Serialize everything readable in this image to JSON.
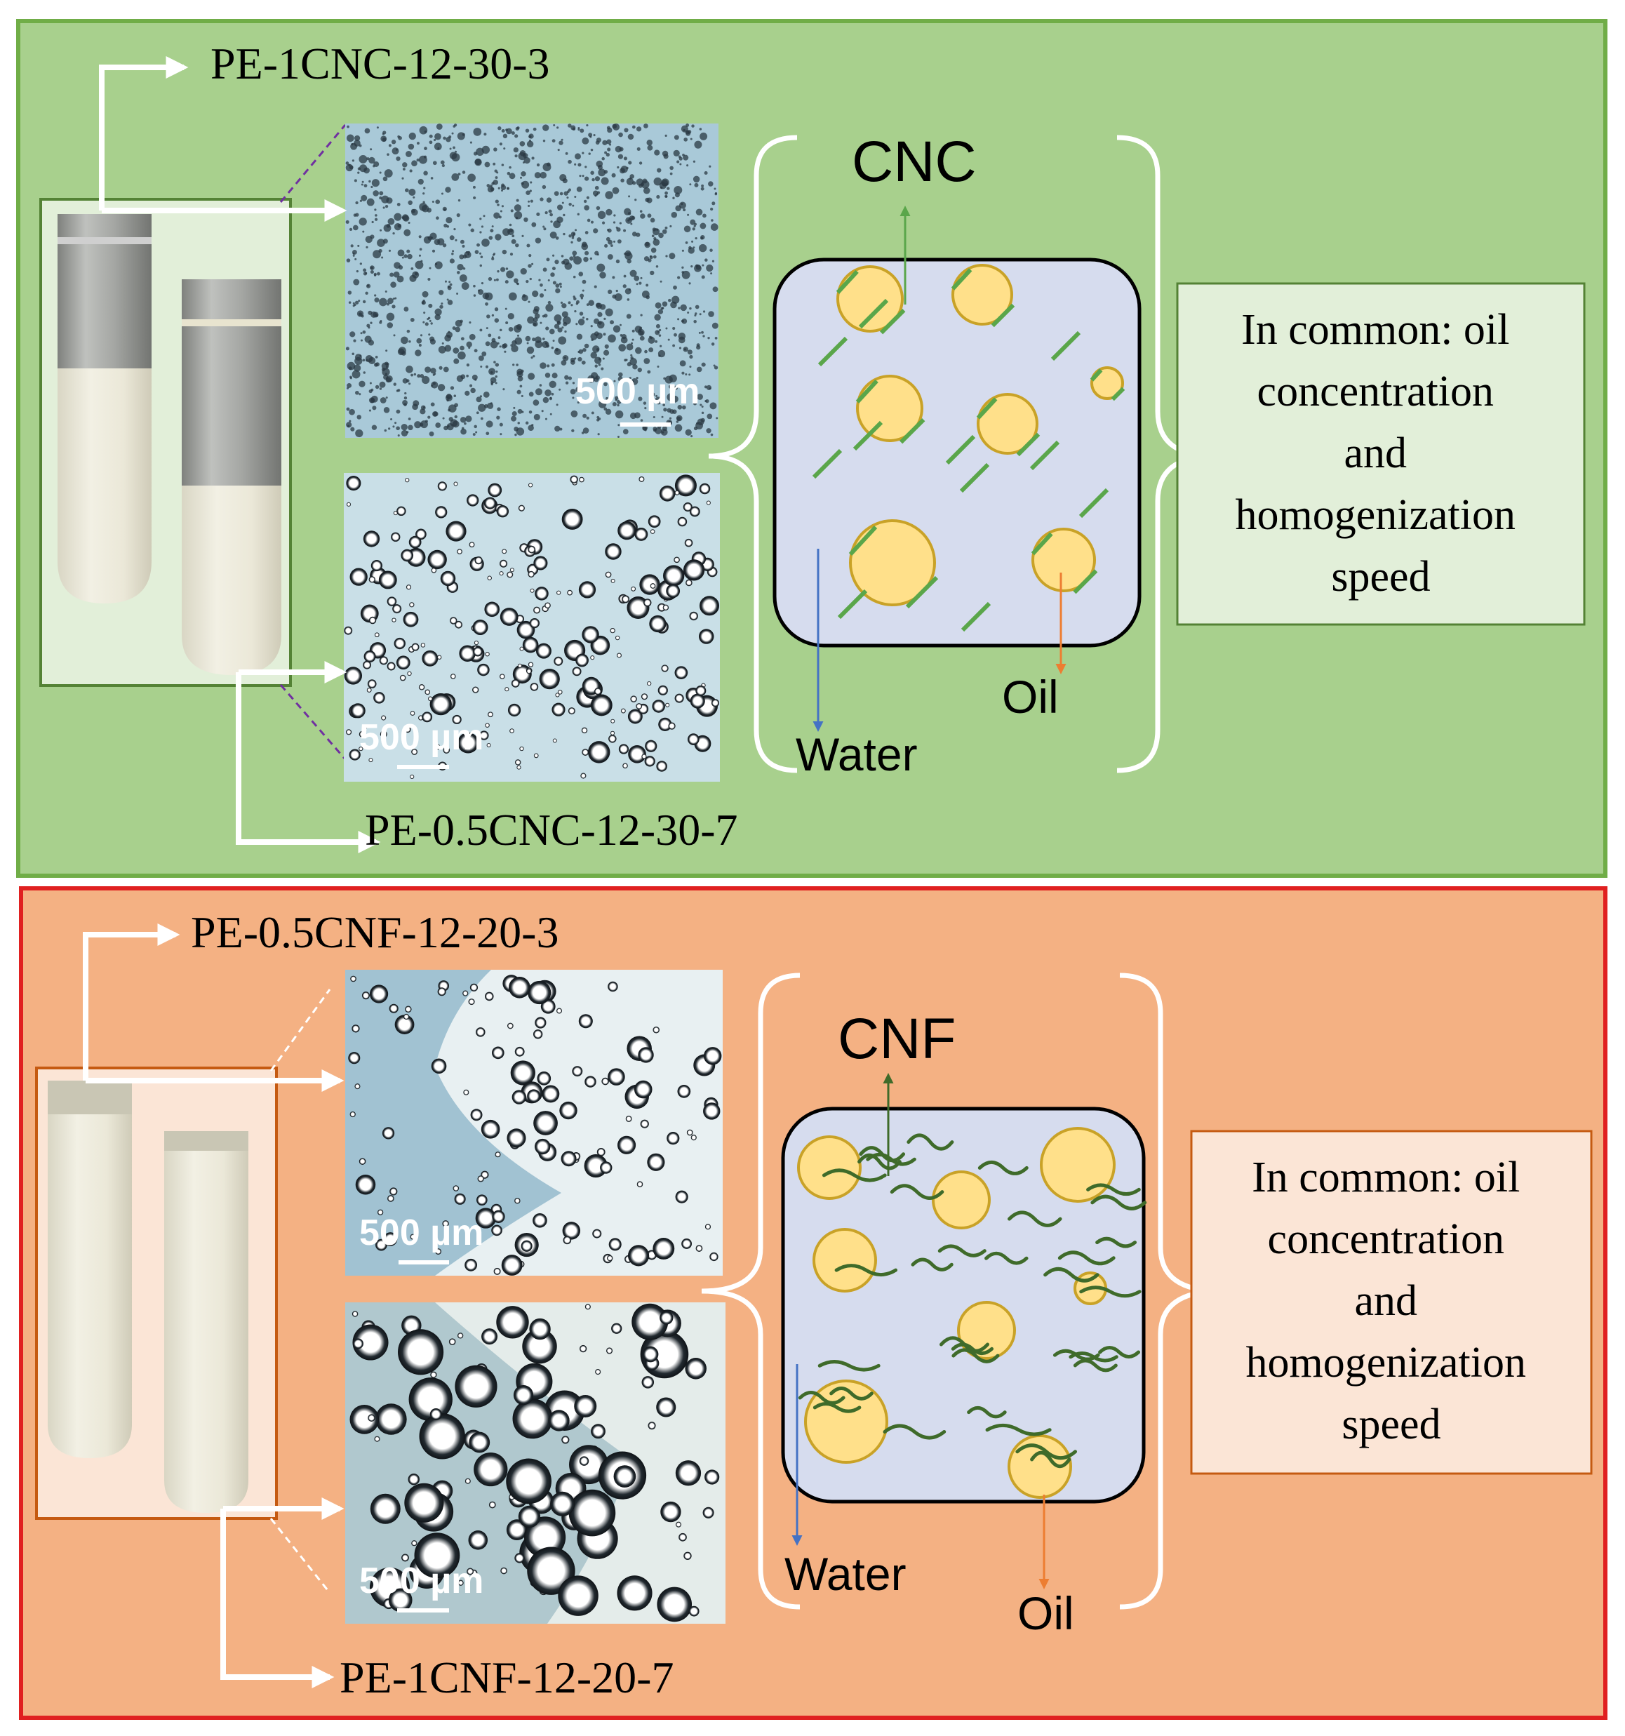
{
  "colors": {
    "cnc_panel_fill": "#a8d08d",
    "cnc_panel_border": "#70ad47",
    "cnf_panel_fill": "#f4b183",
    "cnf_panel_border": "#e02020",
    "cnc_fiber": "#5aa64a",
    "cnf_fiber": "#3f6b2a",
    "droplet_fill": "#ffe08a",
    "droplet_stroke": "#c9a227",
    "scheme_fill": "#d6dcee",
    "water_arrow": "#4472c4",
    "oil_arrow": "#ed7d31",
    "micrograph": "#a9c9d8"
  },
  "cnc_panel": {
    "label_top": "PE-1CNC-12-30-3",
    "label_bottom": "PE-0.5CNC-12-30-7",
    "scale_bar_top": "500 µm",
    "scale_bar_bottom": "500 µm",
    "scheme_title": "CNC",
    "water_label": "Water",
    "oil_label": "Oil",
    "common_note": [
      "In common: oil",
      "concentration",
      "and",
      "homogenization",
      "speed"
    ]
  },
  "cnf_panel": {
    "label_top": "PE-0.5CNF-12-20-3",
    "label_bottom": "PE-1CNF-12-20-7",
    "scale_bar_top": "500 µm",
    "scale_bar_bottom": "500 µm",
    "scheme_title": "CNF",
    "water_label": "Water",
    "oil_label": "Oil",
    "common_note": [
      "In common: oil",
      "concentration",
      "and",
      "homogenization",
      "speed"
    ]
  }
}
